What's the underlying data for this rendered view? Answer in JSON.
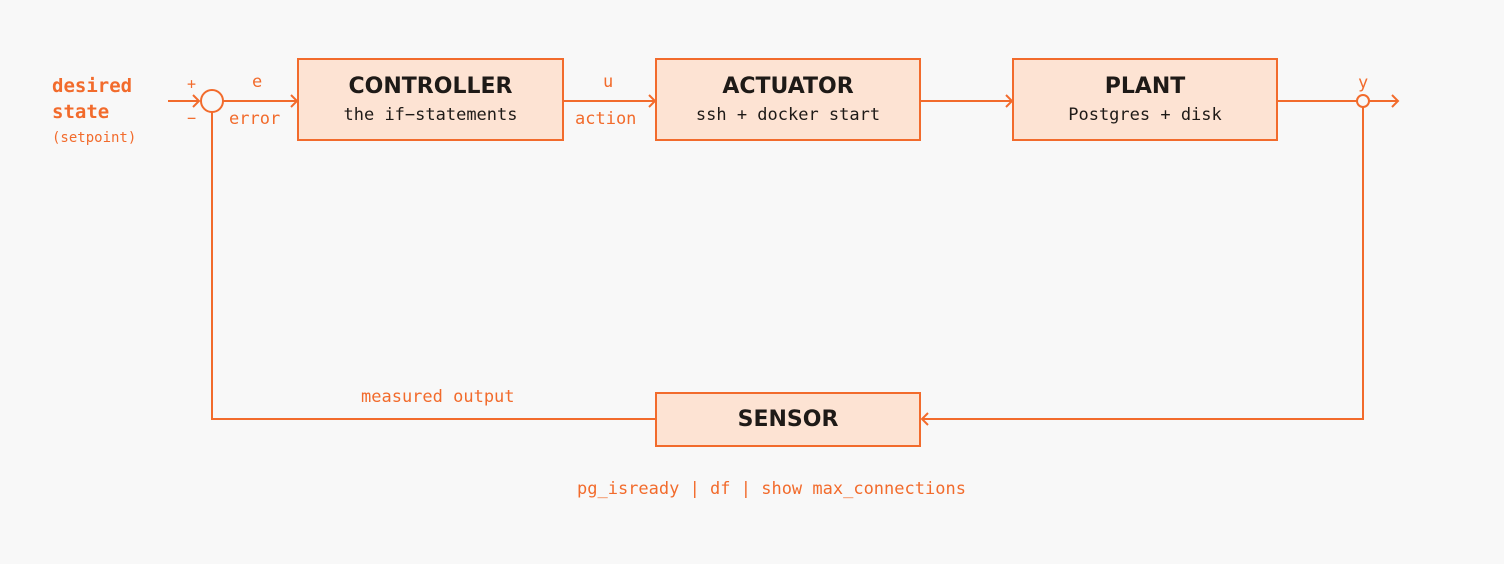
{
  "colors": {
    "accent": "#f26b2c",
    "box_fill": "#fde3d3",
    "text_dark": "#1e1a17",
    "background": "#f8f8f8"
  },
  "input": {
    "line1": "desired",
    "line2": "state",
    "note": "(setpoint)"
  },
  "summing_junction": {
    "plus": "+",
    "minus": "−"
  },
  "signals": {
    "error_symbol": "e",
    "error_label": "error",
    "action_symbol": "u",
    "action_label": "action",
    "output_symbol": "y",
    "feedback_label": "measured output"
  },
  "blocks": {
    "controller": {
      "title": "CONTROLLER",
      "subtitle": "the if−statements"
    },
    "actuator": {
      "title": "ACTUATOR",
      "subtitle": "ssh + docker start"
    },
    "plant": {
      "title": "PLANT",
      "subtitle": "Postgres + disk"
    },
    "sensor": {
      "title": "SENSOR",
      "subtitle": ""
    }
  },
  "sensor_commands": "pg_isready | df | show max_connections"
}
